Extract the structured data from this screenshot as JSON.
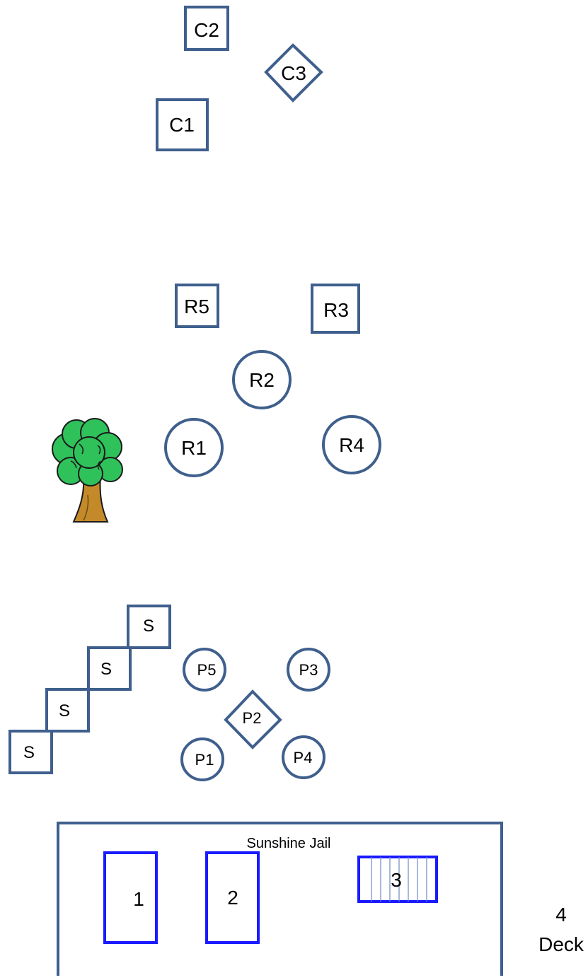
{
  "c_group": {
    "c2": "C2",
    "c3": "C3",
    "c1": "C1"
  },
  "r_group": {
    "r5": "R5",
    "r3": "R3",
    "r2": "R2",
    "r1": "R1",
    "r4": "R4"
  },
  "tree": {
    "icon": "tree-icon"
  },
  "stairs": {
    "labels": [
      "S",
      "S",
      "S",
      "S"
    ]
  },
  "p_group": {
    "p5": "P5",
    "p3": "P3",
    "p2": "P2",
    "p1": "P1",
    "p4": "P4"
  },
  "jail": {
    "title": "Sunshine Jail",
    "bed1": "1",
    "bed2": "2",
    "bed3": "3"
  },
  "deck": {
    "number": "4",
    "label": "Deck"
  },
  "colors": {
    "outline": "#3f5f8d",
    "bed_outline": "#1a1aff",
    "tree_leaves": "#2fc25b",
    "tree_trunk": "#c48a2a"
  }
}
